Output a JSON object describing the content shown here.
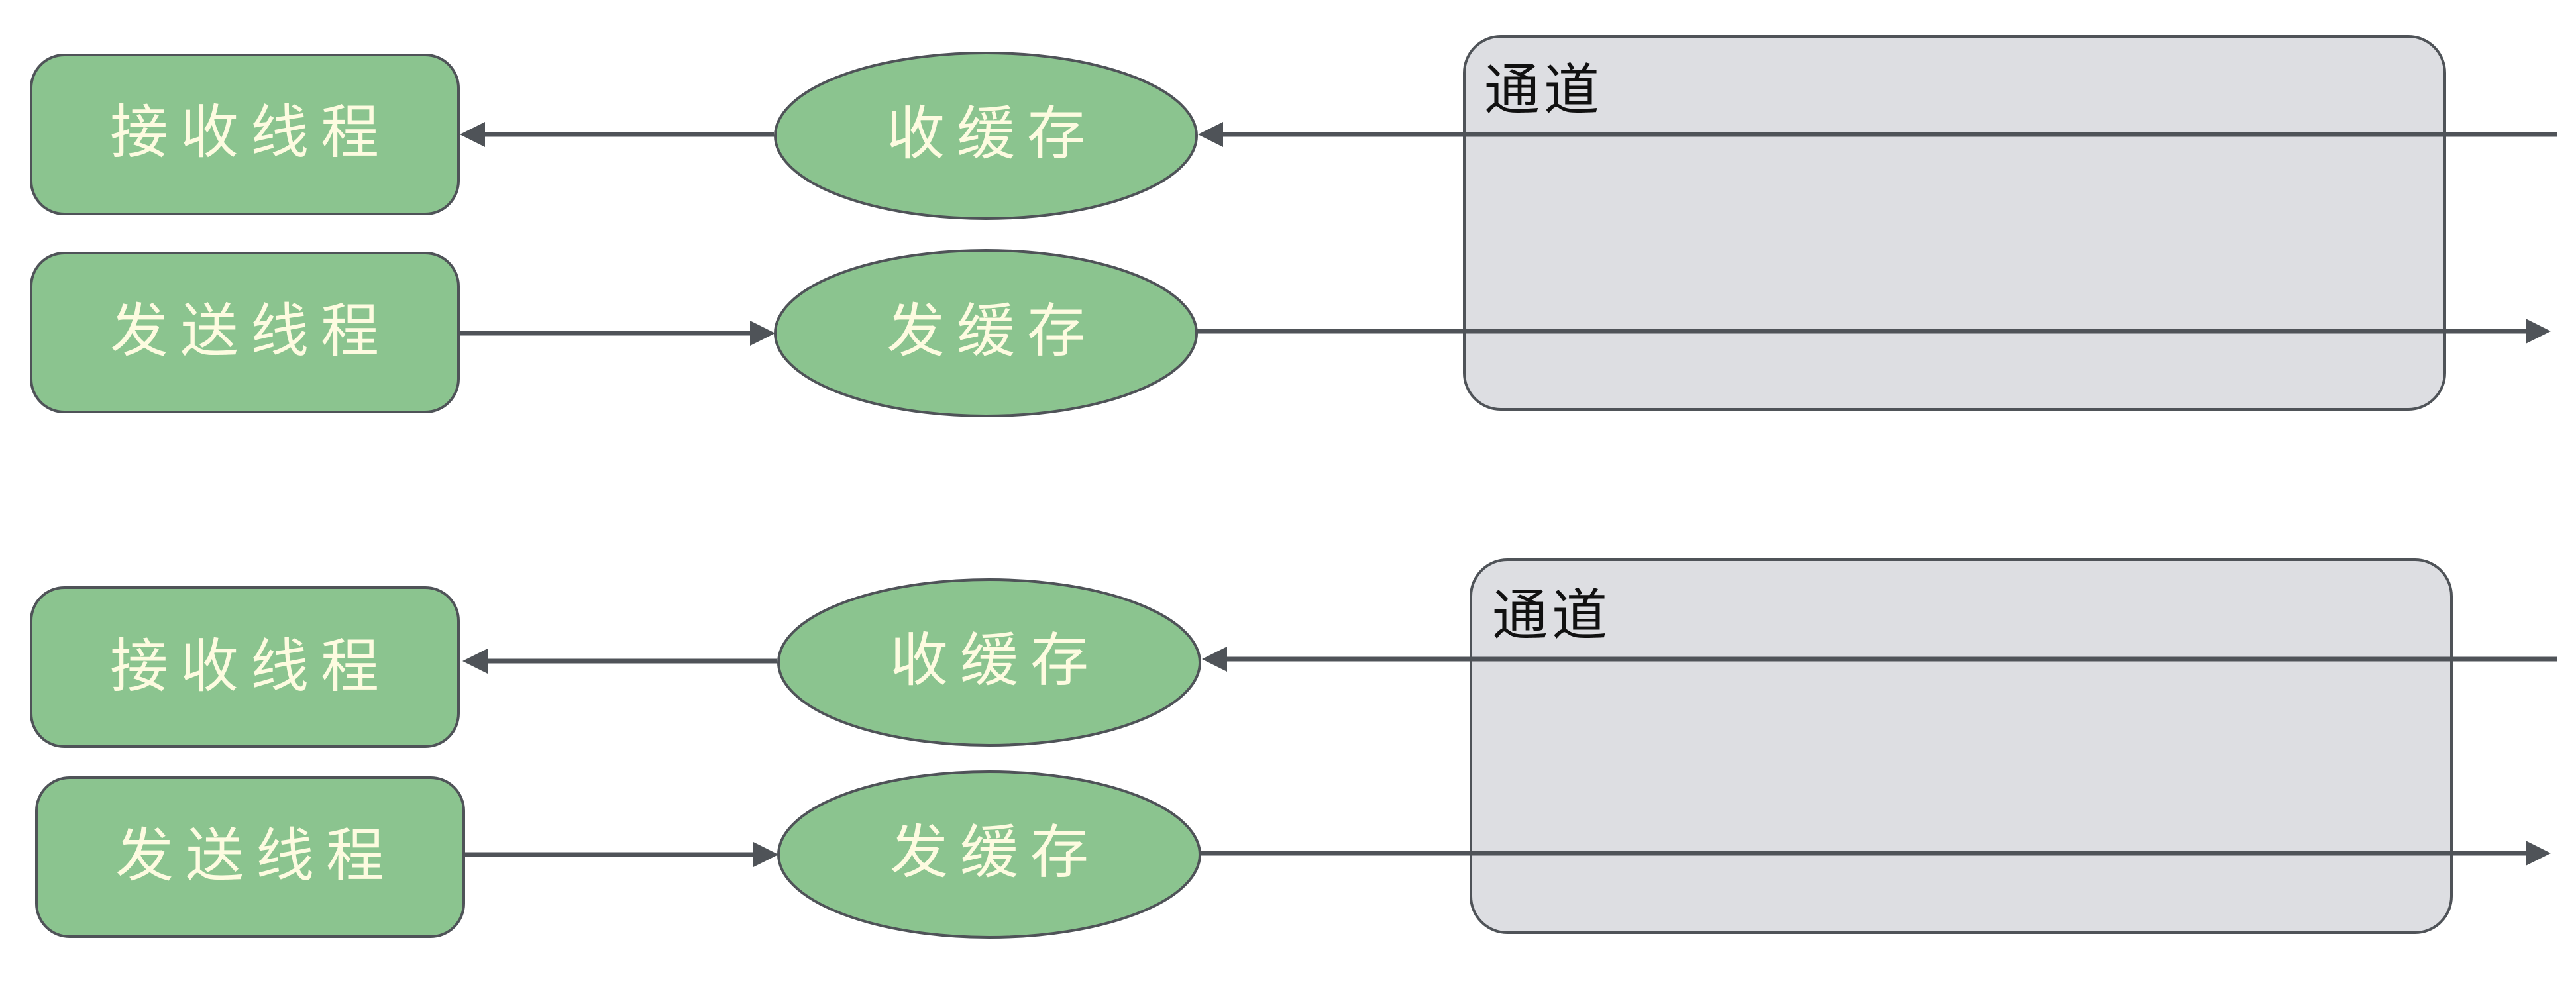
{
  "groups": [
    {
      "channel_label": "通道",
      "receive_thread_label": "接收线程",
      "send_thread_label": "发送线程",
      "receive_buffer_label": "收缓存",
      "send_buffer_label": "发缓存"
    },
    {
      "channel_label": "通道",
      "receive_thread_label": "接收线程",
      "send_thread_label": "发送线程",
      "receive_buffer_label": "收缓存",
      "send_buffer_label": "发缓存"
    }
  ],
  "colors": {
    "node_fill": "#8bc48f",
    "node_text": "#fdfbe0",
    "channel_fill": "#dddee2",
    "stroke": "#4f5358"
  }
}
